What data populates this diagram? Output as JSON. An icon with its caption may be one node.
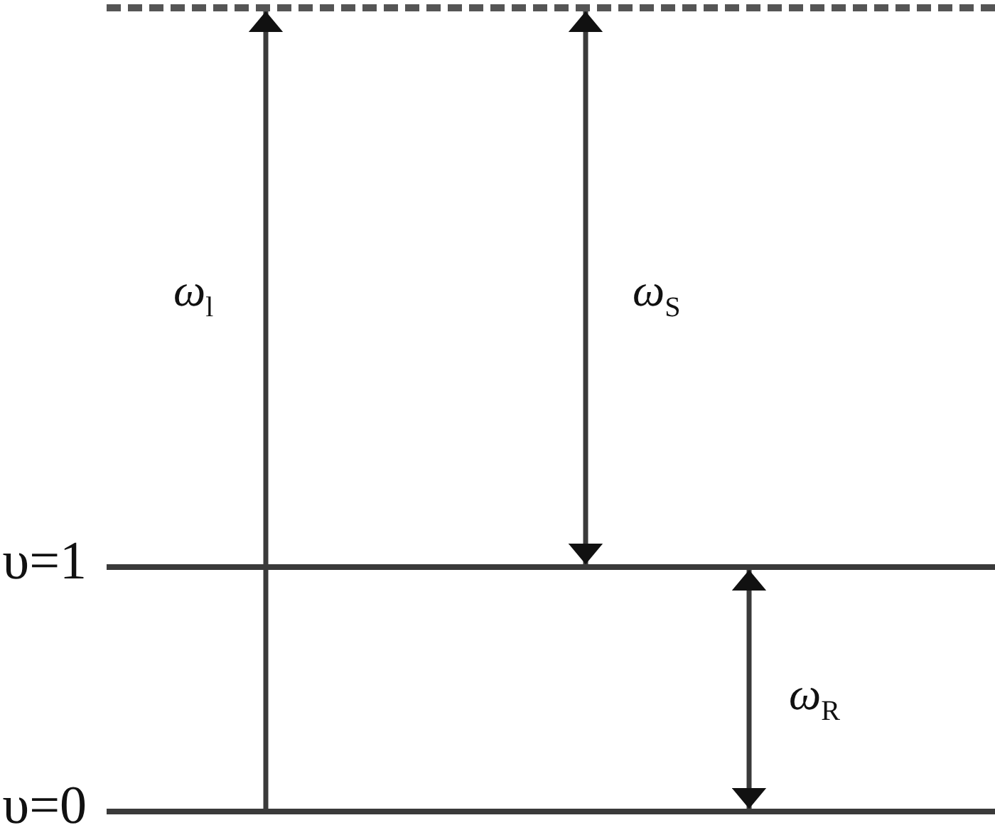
{
  "diagram": {
    "nodes": [
      {
        "text": [],
        "shape": "bar"
      },
      {
        "text": [
          "υ=1"
        ]
      },
      {
        "text": [
          "υ=0"
        ]
      }
    ],
    "edges": [
      {
        "from": 2,
        "to": 0,
        "arrow": "to",
        "label": "*ω*$_{l}$"
      },
      {
        "from": 0,
        "to": 1,
        "arrow": "both",
        "label": "*ω*$_{S}$"
      },
      {
        "from": 2,
        "to": 1,
        "arrow": "both",
        "label": "*ω*$_{R}$"
      }
    ]
  }
}
